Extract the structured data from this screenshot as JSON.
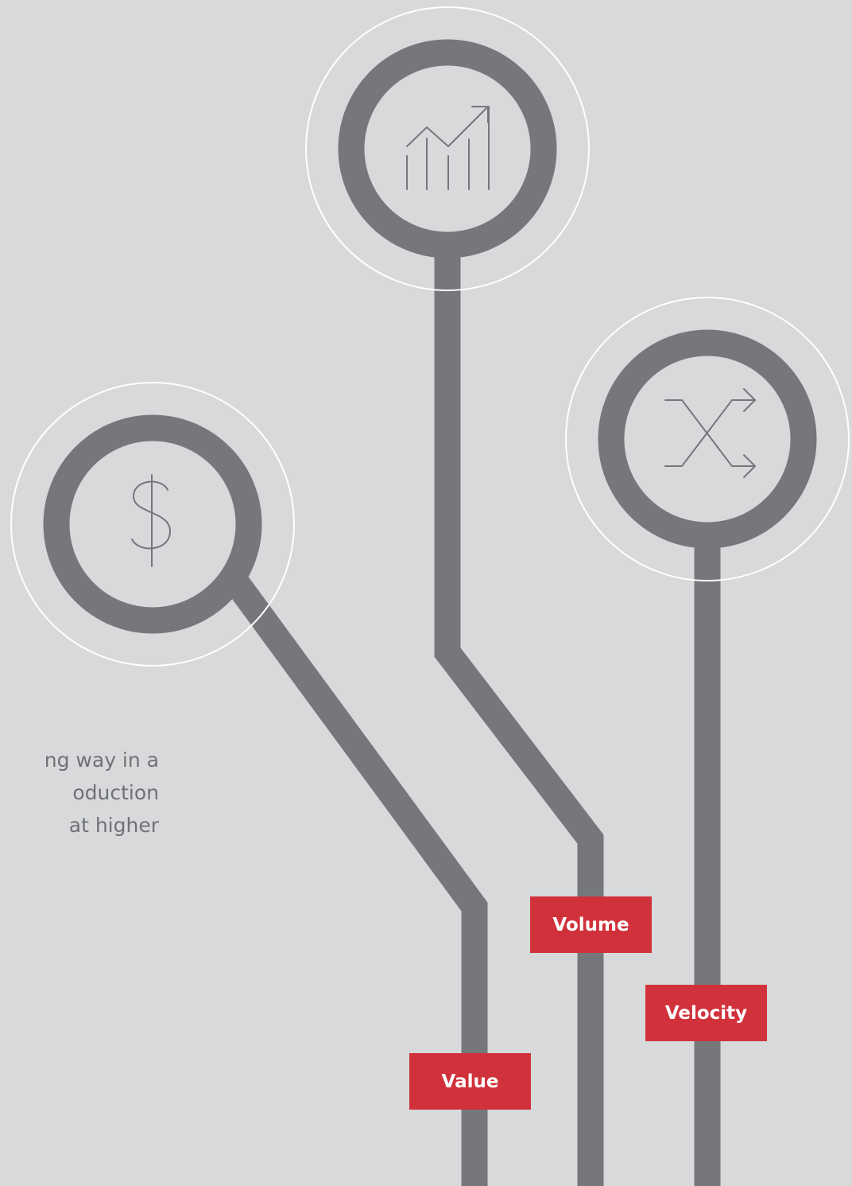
{
  "colors": {
    "background": "#d8d9da",
    "connector": "#76777a",
    "ring_outline": "#ffffff",
    "label_bg": "#d1313a",
    "label_text": "#ffffff",
    "body_text": "#6f7174"
  },
  "body_text_lines": [
    "ng way in a",
    "oduction",
    "at higher"
  ],
  "nodes": [
    {
      "id": "value",
      "icon": "dollar-icon",
      "label": "Value"
    },
    {
      "id": "volume",
      "icon": "growth-chart-icon",
      "label": "Volume"
    },
    {
      "id": "velocity",
      "icon": "shuffle-icon",
      "label": "Velocity"
    }
  ]
}
